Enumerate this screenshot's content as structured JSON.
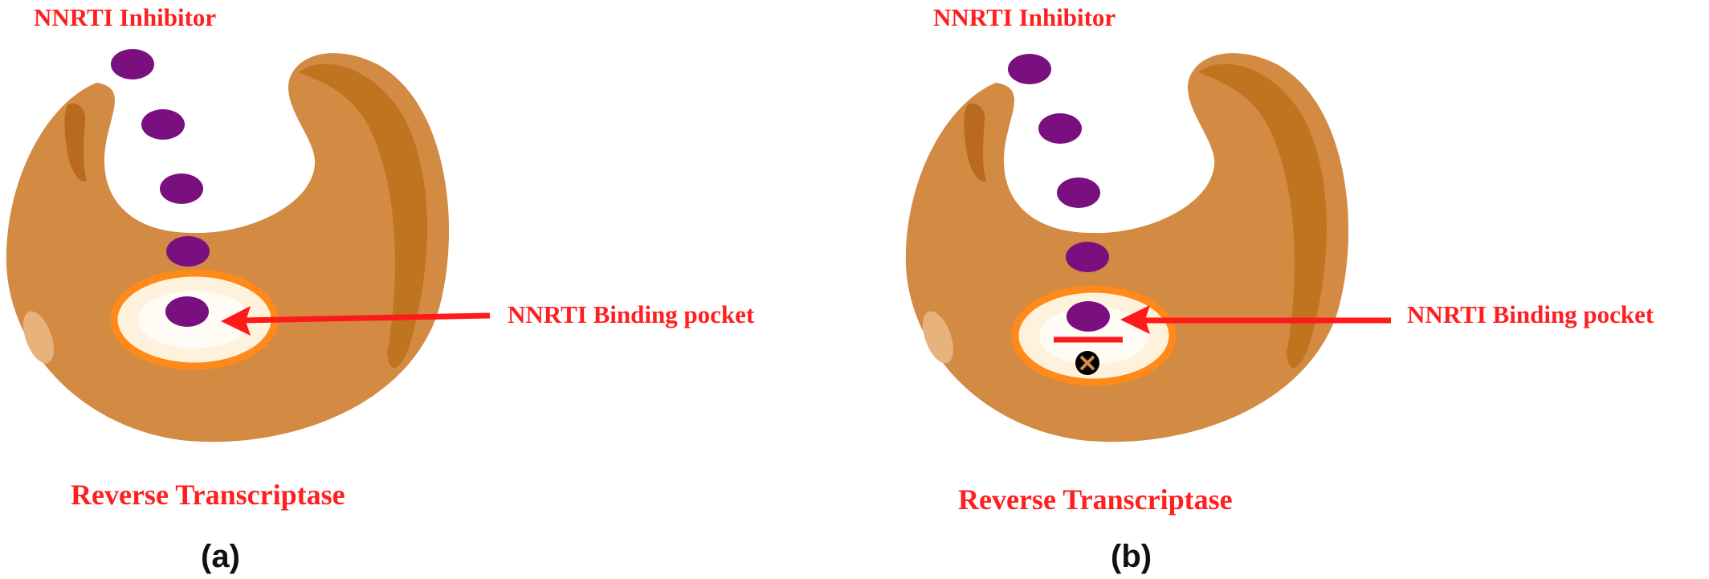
{
  "panels": [
    {
      "id": "a",
      "inhibitor_label": "NNRTI Inhibitor",
      "pocket_label": "NNRTI Binding pocket",
      "enzyme_label": "Reverse Transcriptase",
      "panel_label": "(a)",
      "blocked": false
    },
    {
      "id": "b",
      "inhibitor_label": "NNRTI Inhibitor",
      "pocket_label": "NNRTI Binding pocket",
      "enzyme_label": "Reverse Transcriptase",
      "panel_label": "(b)",
      "blocked": true
    }
  ],
  "colors": {
    "enzyme_body": "#d38a43",
    "enzyme_shadow": "#c07420",
    "enzyme_dark": "#b96a1e",
    "pocket_ring": "#ff8a1a",
    "pocket_fill": "#fff2dc",
    "inhibitor_dot": "#7a0f80",
    "label_red": "#ff1f1f",
    "arrow_red": "#ff1a1a",
    "block_mark": "#000000"
  }
}
